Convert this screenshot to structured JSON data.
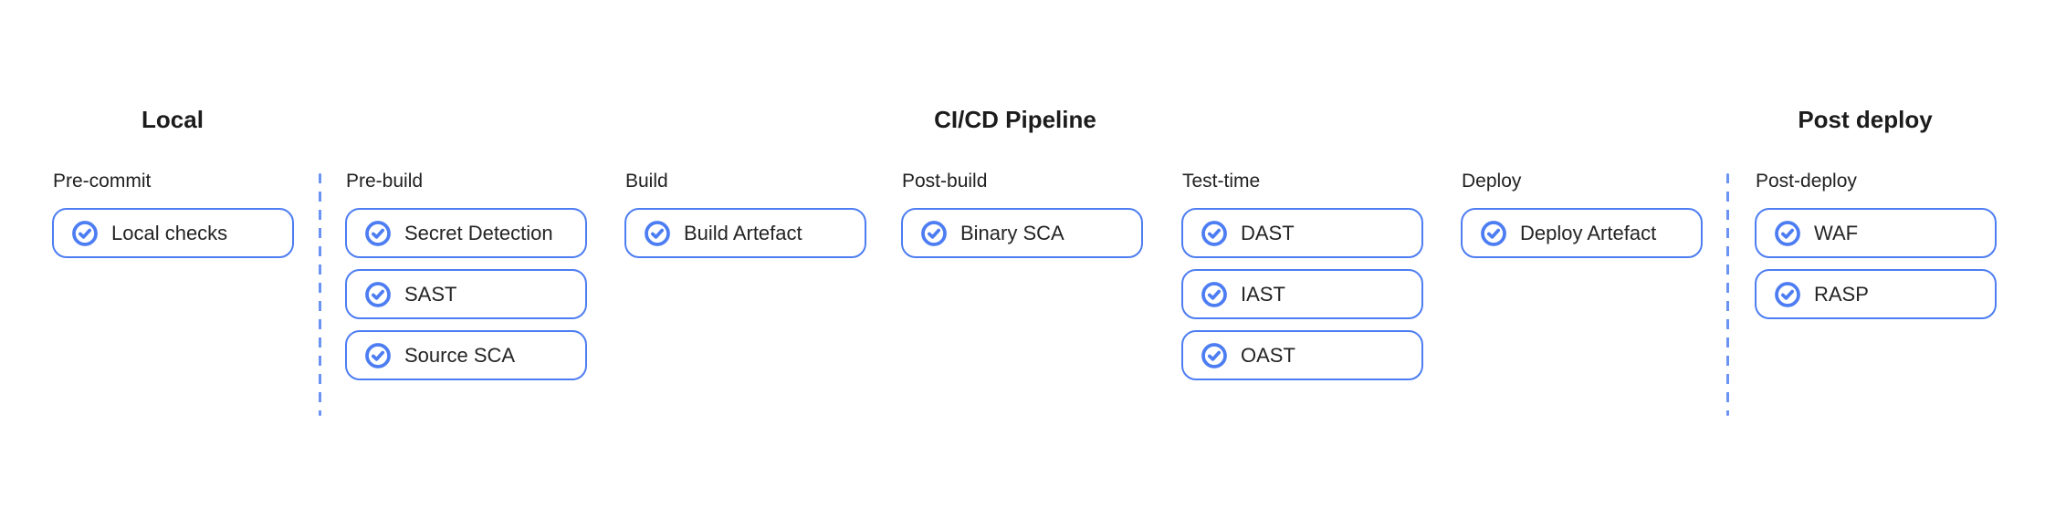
{
  "page": {
    "background": "#ffffff"
  },
  "diagram": {
    "item_icon": "check-circle-icon",
    "colors": {
      "accent": "#4d7df2",
      "divider": "#6b93f4",
      "title_text": "#1c1c1c",
      "label_text": "#212121",
      "item_text": "#242424",
      "background": "#ffffff"
    },
    "sections": [
      {
        "title": "Local",
        "columns": [
          {
            "label": "Pre-commit",
            "items": [
              "Local checks"
            ]
          }
        ]
      },
      {
        "title": "CI/CD Pipeline",
        "columns": [
          {
            "label": "Pre-build",
            "items": [
              "Secret Detection",
              "SAST",
              "Source SCA"
            ]
          },
          {
            "label": "Build",
            "items": [
              "Build Artefact"
            ]
          },
          {
            "label": "Post-build",
            "items": [
              "Binary SCA"
            ]
          },
          {
            "label": "Test-time",
            "items": [
              "DAST",
              "IAST",
              "OAST"
            ]
          },
          {
            "label": "Deploy",
            "items": [
              "Deploy Artefact"
            ]
          }
        ]
      },
      {
        "title": "Post deploy",
        "columns": [
          {
            "label": "Post-deploy",
            "items": [
              "WAF",
              "RASP"
            ]
          }
        ]
      }
    ]
  }
}
